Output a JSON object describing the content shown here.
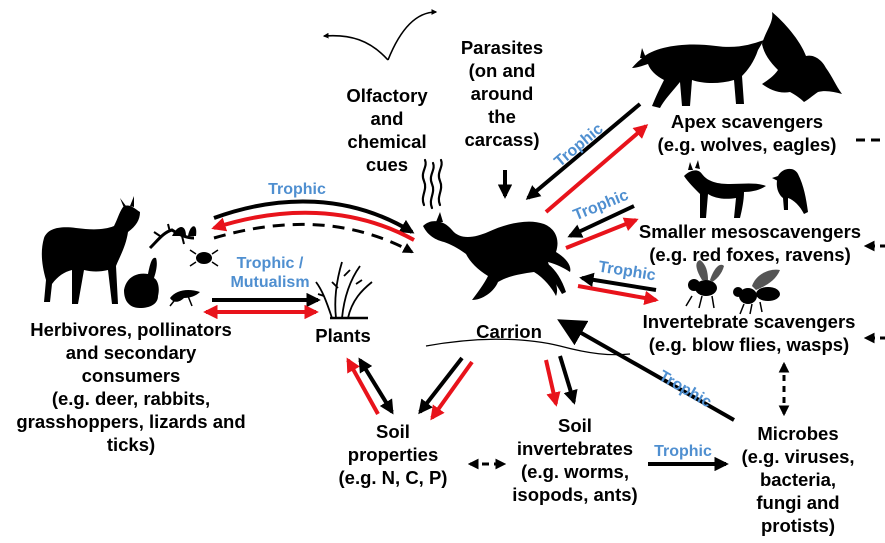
{
  "nodes": {
    "parasites": [
      "Parasites",
      "(on and",
      "around",
      "the",
      "carcass)"
    ],
    "olfactory": [
      "Olfactory",
      "and",
      "chemical",
      "cues"
    ],
    "apex": [
      "Apex scavengers",
      "(e.g. wolves, eagles)"
    ],
    "meso": [
      "Smaller mesoscavengers",
      "(e.g. red foxes, ravens)"
    ],
    "invert_scav": [
      "Invertebrate scavengers",
      "(e.g. blow flies, wasps)"
    ],
    "herbivores": [
      "Herbivores, pollinators",
      "and secondary",
      "consumers",
      "(e.g. deer, rabbits,",
      "grasshoppers, lizards and",
      "ticks)"
    ],
    "plants": "Plants",
    "carrion": "Carrion",
    "soil_props": [
      "Soil",
      "properties",
      "(e.g. N, C, P)"
    ],
    "soil_inv": [
      "Soil",
      "invertebrates",
      "(e.g. worms,",
      "isopods, ants)"
    ],
    "microbes": [
      "Microbes",
      "(e.g. viruses,",
      "bacteria,",
      "fungi and",
      "protists)"
    ]
  },
  "links": {
    "trophic": "Trophic",
    "trophic_mutualism": [
      "Trophic /",
      "Mutualism"
    ]
  },
  "colors": {
    "arrow_black": "#000000",
    "arrow_red": "#e8131b",
    "link_text": "#4f8fd0"
  },
  "icons": [
    "wolf-icon",
    "eagle-icon",
    "fox-icon",
    "raven-icon",
    "fly-icon",
    "wasp-icon",
    "deer-icon",
    "rabbit-icon",
    "lizard-icon",
    "butterfly-icon",
    "tick-icon",
    "grasshopper-icon",
    "plant-icon",
    "carcass-icon",
    "odor-wave-icon"
  ]
}
